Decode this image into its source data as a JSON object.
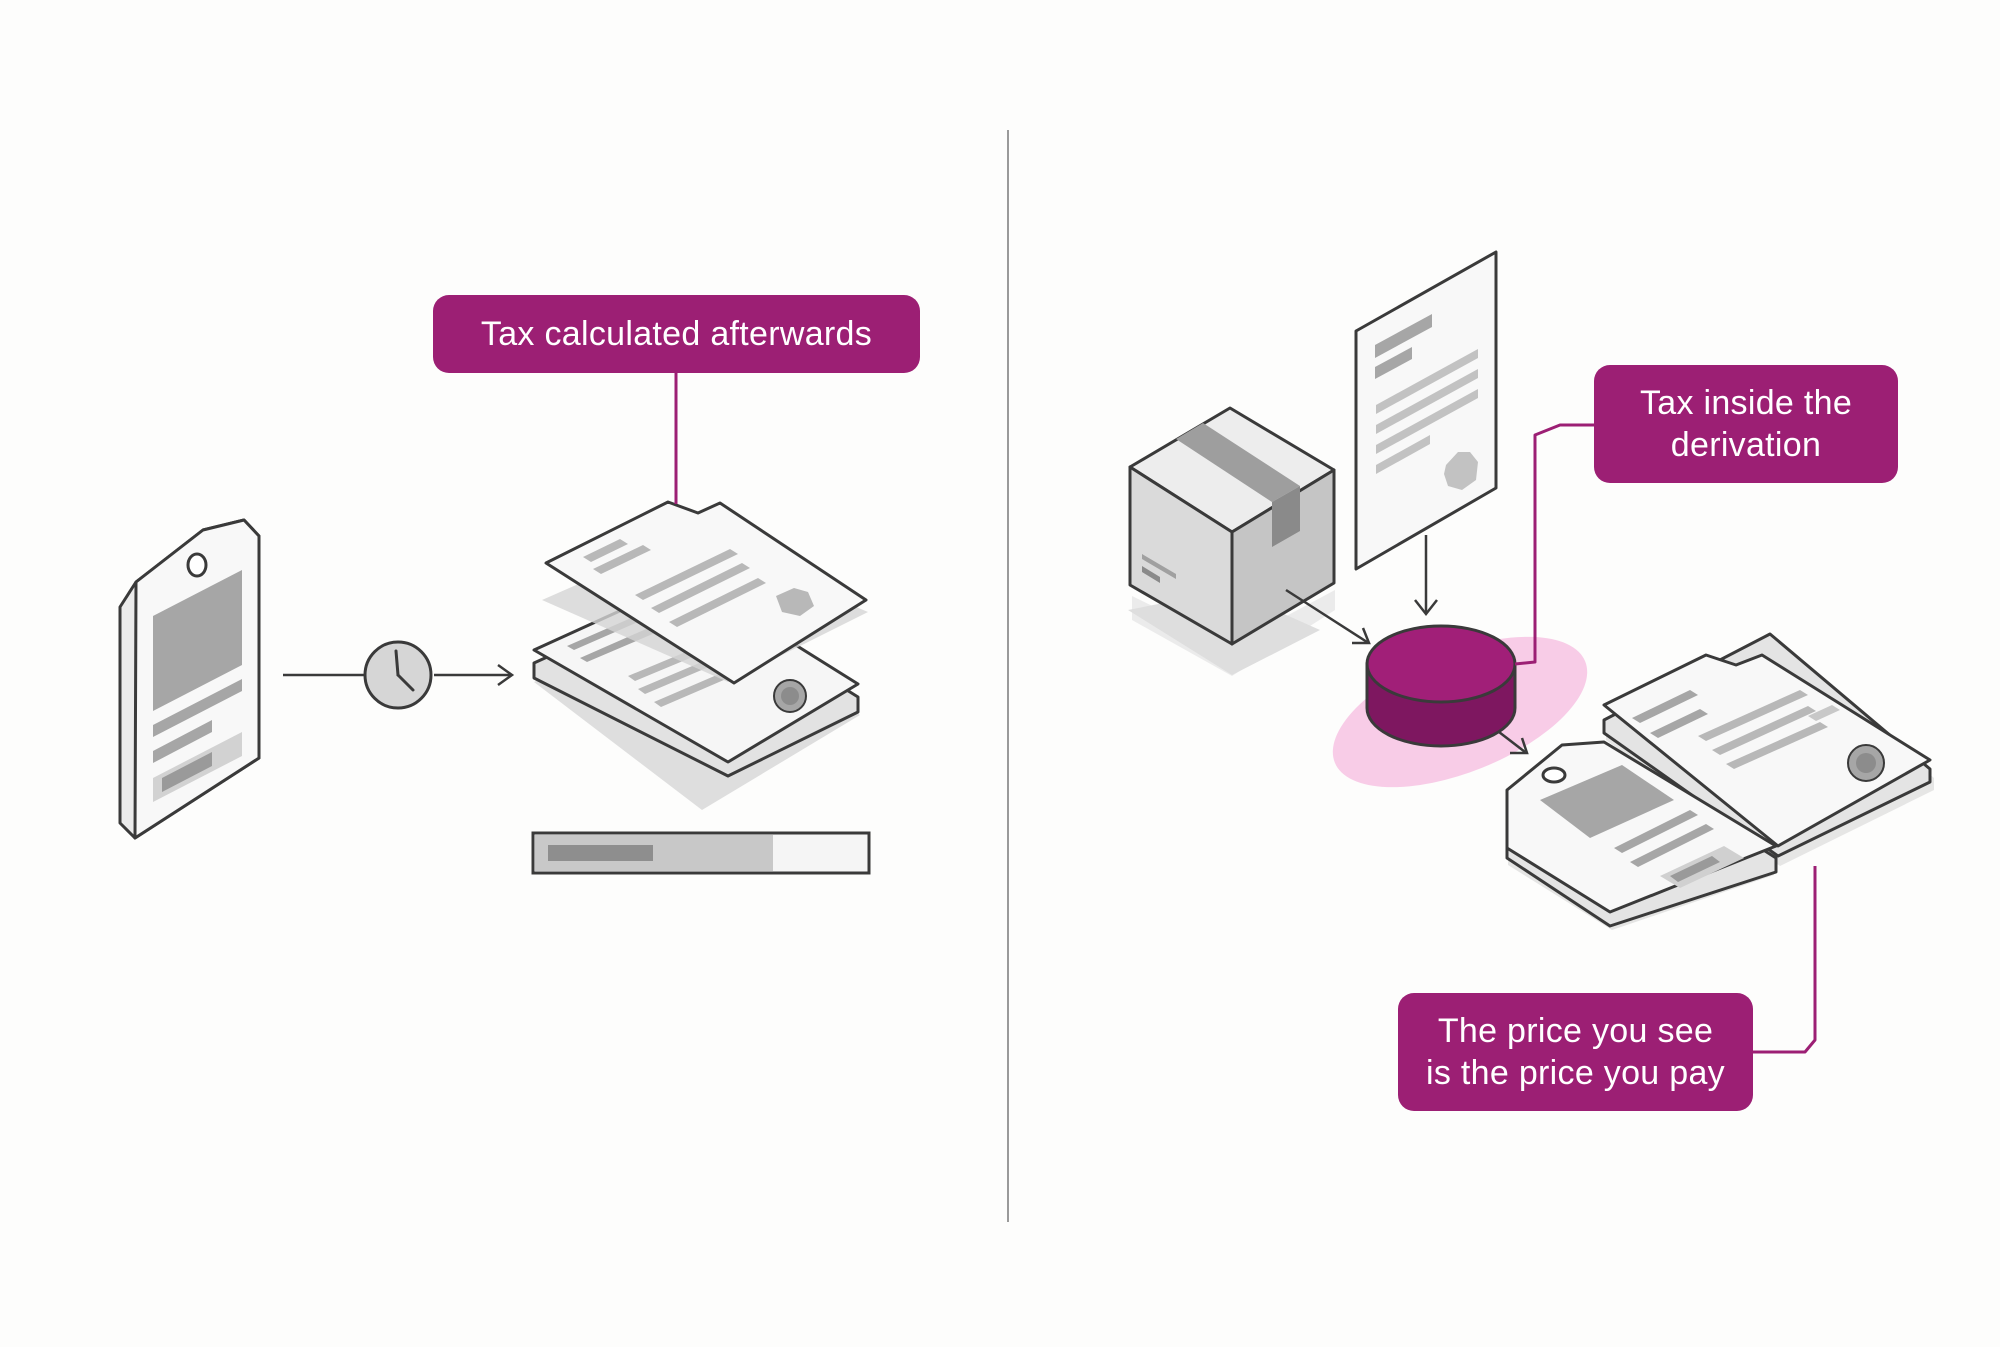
{
  "callouts": {
    "left": "Tax calculated afterwards",
    "right_top_line1": "Tax inside the",
    "right_top_line2": "derivation",
    "right_bottom_line1": "The price you see",
    "right_bottom_line2": "is the price you pay"
  },
  "colors": {
    "accent": "#9c1f74",
    "accent_glow": "#f7c6e4",
    "line": "#3a3a3a",
    "paper": "#f4f4f4",
    "gray_block": "#a9a9a9",
    "shadow": "#dcdcdc"
  },
  "icons": [
    "price-tag-icon",
    "clock-icon",
    "invoice-stack-icon",
    "progress-bar-icon",
    "package-box-icon",
    "document-icon",
    "tax-cylinder-icon",
    "price-tag-icon",
    "invoice-icon"
  ],
  "progress": {
    "fraction": 0.28
  }
}
